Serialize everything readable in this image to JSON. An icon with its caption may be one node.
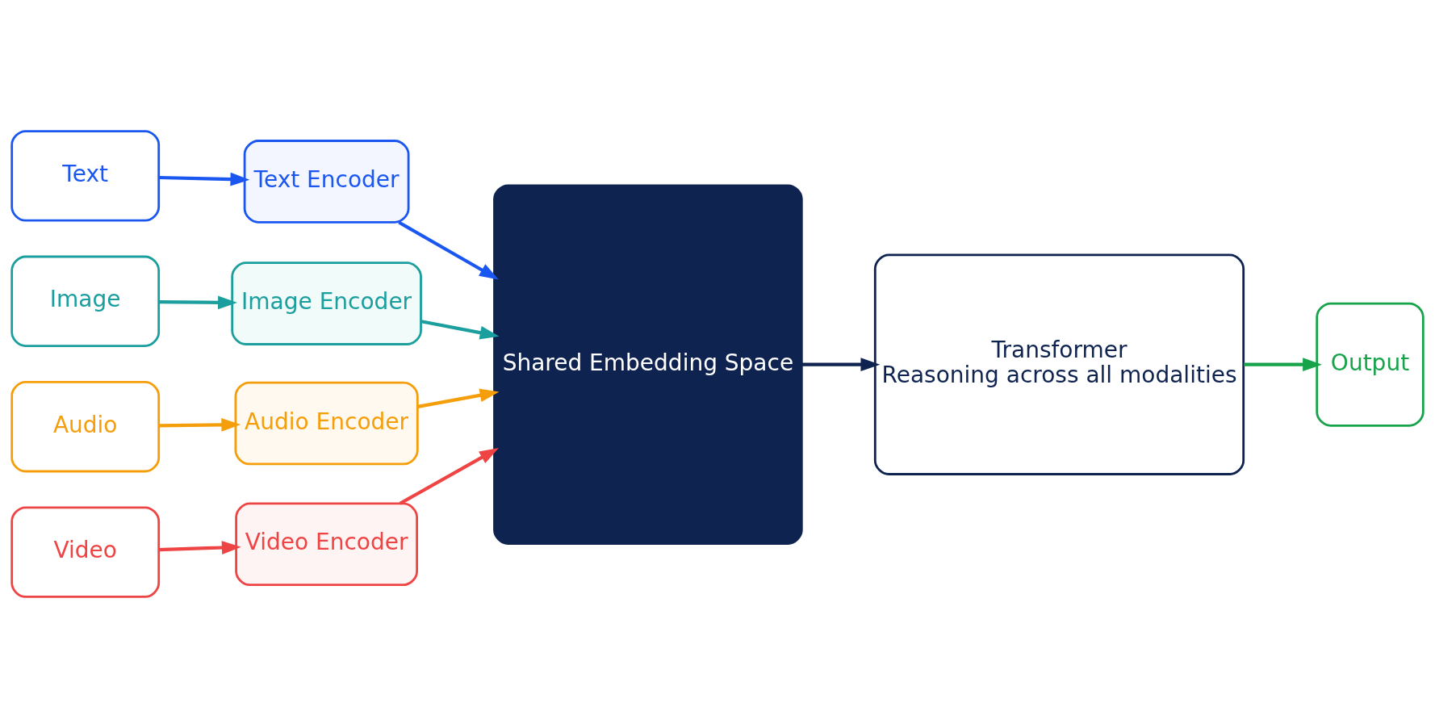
{
  "diagram": {
    "nodes": [
      {
        "text": [
          "Text"
        ]
      },
      {
        "text": [
          "Image"
        ]
      },
      {
        "text": [
          "Audio"
        ]
      },
      {
        "text": [
          "Video"
        ]
      },
      {
        "text": [
          "Text Encoder"
        ]
      },
      {
        "text": [
          "Image Encoder"
        ]
      },
      {
        "text": [
          "Audio Encoder"
        ]
      },
      {
        "text": [
          "Video Encoder"
        ]
      },
      {
        "text": [
          "Shared Embedding Space"
        ]
      },
      {
        "text": [
          "Transformer",
          "Reasoning across all modalities"
        ]
      },
      {
        "text": [
          "Output"
        ]
      }
    ],
    "edges": [
      {
        "from": 0,
        "to": 4,
        "arrow": "to",
        "color": "#1a56f0"
      },
      {
        "from": 1,
        "to": 5,
        "arrow": "to",
        "color": "#1a9e9e"
      },
      {
        "from": 2,
        "to": 6,
        "arrow": "to",
        "color": "#f59e0b"
      },
      {
        "from": 3,
        "to": 7,
        "arrow": "to",
        "color": "#ef4444"
      },
      {
        "from": 4,
        "to": 8,
        "arrow": "to",
        "color": "#1a56f0"
      },
      {
        "from": 5,
        "to": 8,
        "arrow": "to",
        "color": "#1a9e9e"
      },
      {
        "from": 6,
        "to": 8,
        "arrow": "to",
        "color": "#f59e0b"
      },
      {
        "from": 7,
        "to": 8,
        "arrow": "to",
        "color": "#ef4444"
      },
      {
        "from": 8,
        "to": 9,
        "arrow": "to",
        "color": "#0f2350"
      },
      {
        "from": 9,
        "to": 10,
        "arrow": "to",
        "color": "#16a34a"
      }
    ]
  }
}
